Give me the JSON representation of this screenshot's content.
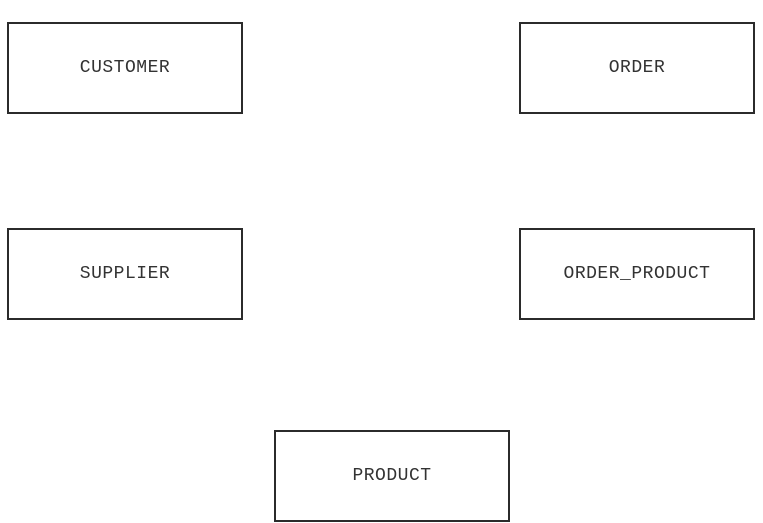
{
  "entities": {
    "customer": "CUSTOMER",
    "order": "ORDER",
    "supplier": "SUPPLIER",
    "order_product": "ORDER_PRODUCT",
    "product": "PRODUCT"
  },
  "colors": {
    "border": "#2b2b2b",
    "text": "#333333",
    "background": "#ffffff"
  }
}
